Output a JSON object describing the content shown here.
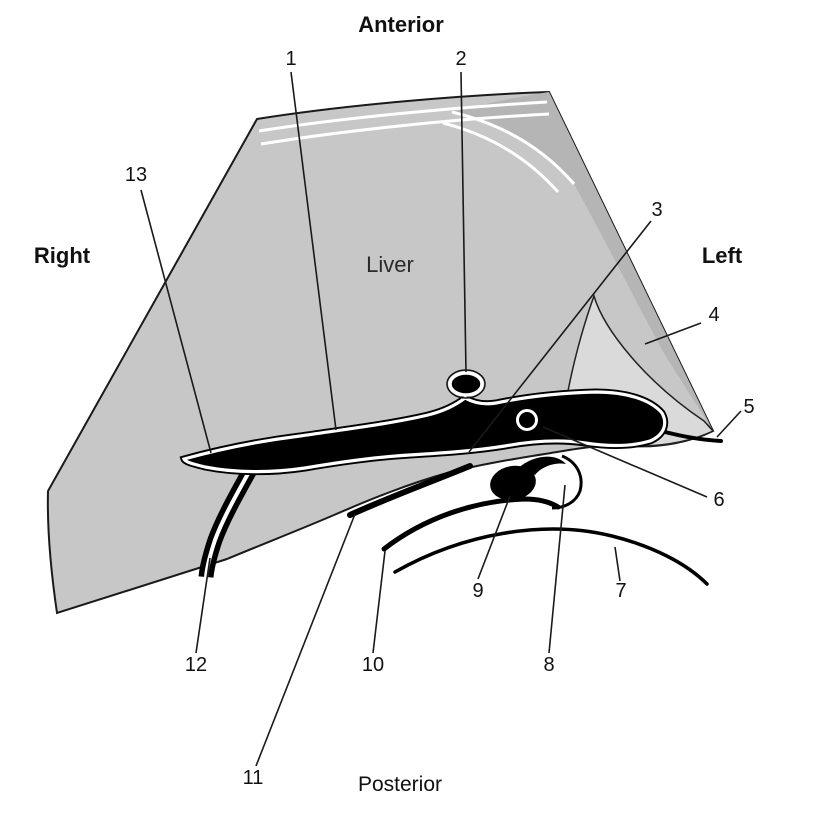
{
  "diagram": {
    "orientation": {
      "top": "Anterior",
      "bottom": "Posterior",
      "left_side": "Right",
      "right_side": "Left"
    },
    "region_label": "Liver",
    "numbered_labels": [
      "1",
      "2",
      "3",
      "4",
      "5",
      "6",
      "7",
      "8",
      "9",
      "10",
      "11",
      "12",
      "13"
    ]
  },
  "colors": {
    "background": "#ffffff",
    "body_gray": "#c7c7c7",
    "band_gray": "#b5b5b5",
    "light_gray": "#dadada",
    "outline_black": "#1a1a1a",
    "vessel_black": "#000000"
  }
}
